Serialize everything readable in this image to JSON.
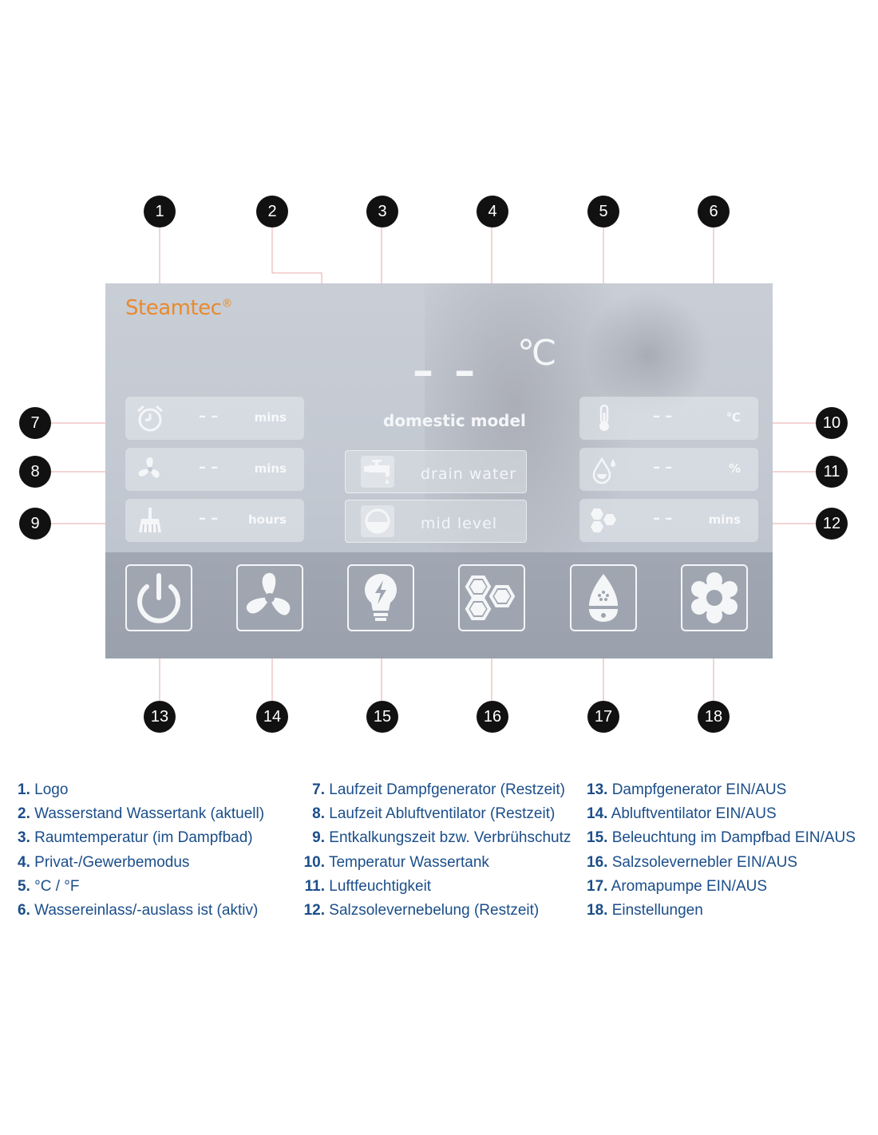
{
  "panel": {
    "logo": "Steamtec",
    "logo_mark": "®",
    "room_temperature": "– –",
    "temperature_unit": "℃",
    "mode_label": "domestic model",
    "left_stats": [
      {
        "icon": "alarm-clock-icon",
        "value": "– –",
        "unit": "mins"
      },
      {
        "icon": "fan-icon",
        "value": "– –",
        "unit": "mins"
      },
      {
        "icon": "broom-icon",
        "value": "– –",
        "unit": "hours"
      }
    ],
    "right_stats": [
      {
        "icon": "thermometer-icon",
        "value": "– –",
        "unit": "℃"
      },
      {
        "icon": "humidity-drop-icon",
        "value": "– –",
        "unit": "%"
      },
      {
        "icon": "salt-hexagons-icon",
        "value": "– –",
        "unit": "mins"
      }
    ],
    "drain_button": {
      "icon": "water-tap-icon",
      "label": "drain water"
    },
    "level_button": {
      "icon": "half-circle-level-icon",
      "label": "mid level"
    },
    "tiles": [
      {
        "icon": "power-icon"
      },
      {
        "icon": "fan-icon"
      },
      {
        "icon": "light-bulb-icon"
      },
      {
        "icon": "hexagons-icon"
      },
      {
        "icon": "aroma-diffuser-icon"
      },
      {
        "icon": "gear-icon"
      }
    ]
  },
  "callouts": [
    "1",
    "2",
    "3",
    "4",
    "5",
    "6",
    "7",
    "8",
    "9",
    "10",
    "11",
    "12",
    "13",
    "14",
    "15",
    "16",
    "17",
    "18"
  ],
  "legend": {
    "col1": [
      {
        "num": "1.",
        "text": "Logo"
      },
      {
        "num": "2.",
        "text": "Wasserstand Wassertank (aktuell)"
      },
      {
        "num": "3.",
        "text": "Raumtemperatur (im Dampfbad)"
      },
      {
        "num": "4.",
        "text": "Privat-/Gewerbemodus"
      },
      {
        "num": "5.",
        "text": "°C / °F"
      },
      {
        "num": "6.",
        "text": "Wassereinlass/-auslass ist (aktiv)"
      }
    ],
    "col2": [
      {
        "num": "7.",
        "text": "Laufzeit Dampfgenerator (Restzeit)"
      },
      {
        "num": "8.",
        "text": "Laufzeit Abluftventilator (Restzeit)"
      },
      {
        "num": "9.",
        "text": "Entkalkungszeit bzw. Verbrühschutz"
      },
      {
        "num": "10.",
        "text": "Temperatur Wassertank"
      },
      {
        "num": "11.",
        "text": "Luftfeuchtigkeit"
      },
      {
        "num": "12.",
        "text": "Salzsolevernebelung (Restzeit)"
      }
    ],
    "col3": [
      {
        "num": "13.",
        "text": "Dampfgenerator EIN/AUS"
      },
      {
        "num": "14.",
        "text": "Abluftventilator EIN/AUS"
      },
      {
        "num": "15.",
        "text": "Beleuchtung im Dampfbad EIN/AUS"
      },
      {
        "num": "16.",
        "text": "Salzsolevernebler EIN/AUS"
      },
      {
        "num": "17.",
        "text": "Aromapumpe EIN/AUS"
      },
      {
        "num": "18.",
        "text": "Einstellungen"
      }
    ]
  }
}
